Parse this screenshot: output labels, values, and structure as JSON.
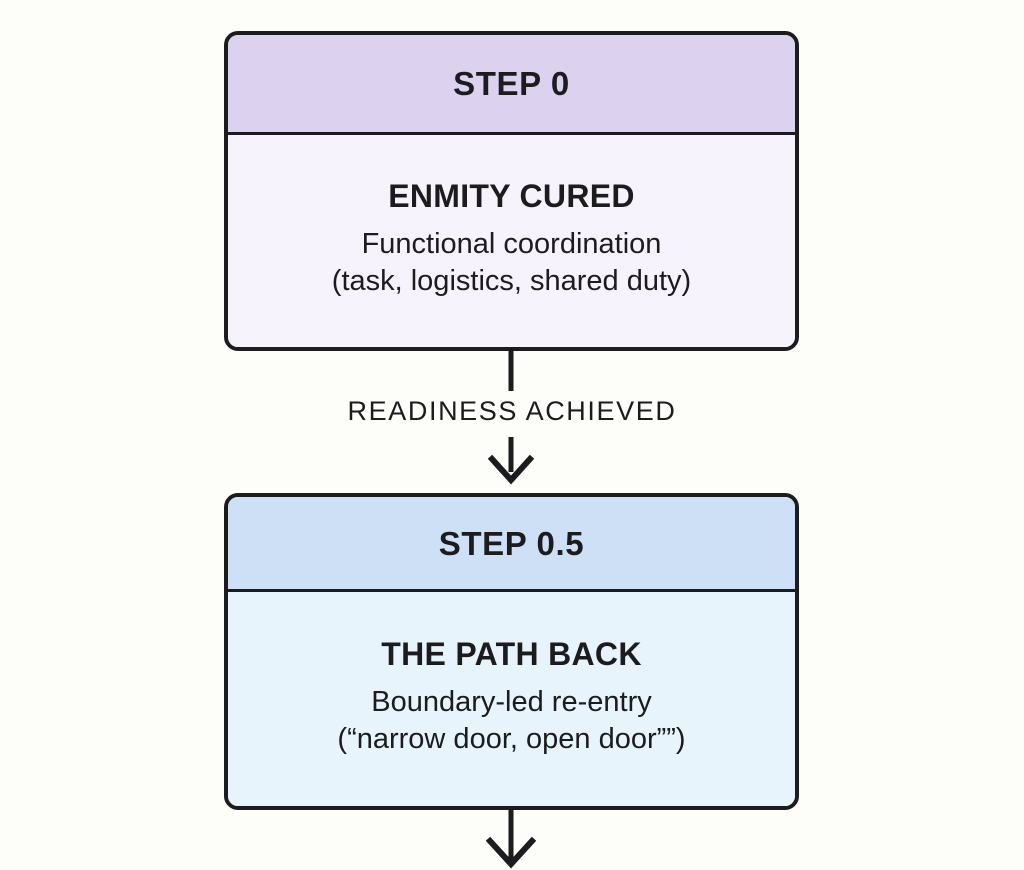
{
  "diagram": {
    "type": "flowchart",
    "orientation": "vertical",
    "background_color": "#fdfdfa",
    "border_color": "#1c1c1e",
    "nodes": [
      {
        "id": "step-0",
        "header": "STEP 0",
        "header_color": "#dcd2f0",
        "body_color": "#f7f3fc",
        "title": "ENMITY CURED",
        "desc_lines": [
          "Functional coordination",
          "(task, logistics, shared duty)"
        ]
      },
      {
        "id": "step-0-5",
        "header": "STEP 0.5",
        "header_color": "#cde0f5",
        "body_color": "#e8f4fc",
        "title": "THE PATH BACK",
        "desc_lines": [
          "Boundary-led re-entry",
          "(“narrow door, open door””)"
        ]
      }
    ],
    "edges": [
      {
        "id": "edge-readiness",
        "from": "step-0",
        "to": "step-0-5",
        "label": "READINESS ACHIEVED",
        "arrow": "down"
      },
      {
        "id": "edge-outgoing",
        "from": "step-0-5",
        "to": "",
        "label": "",
        "arrow": "down"
      }
    ]
  }
}
